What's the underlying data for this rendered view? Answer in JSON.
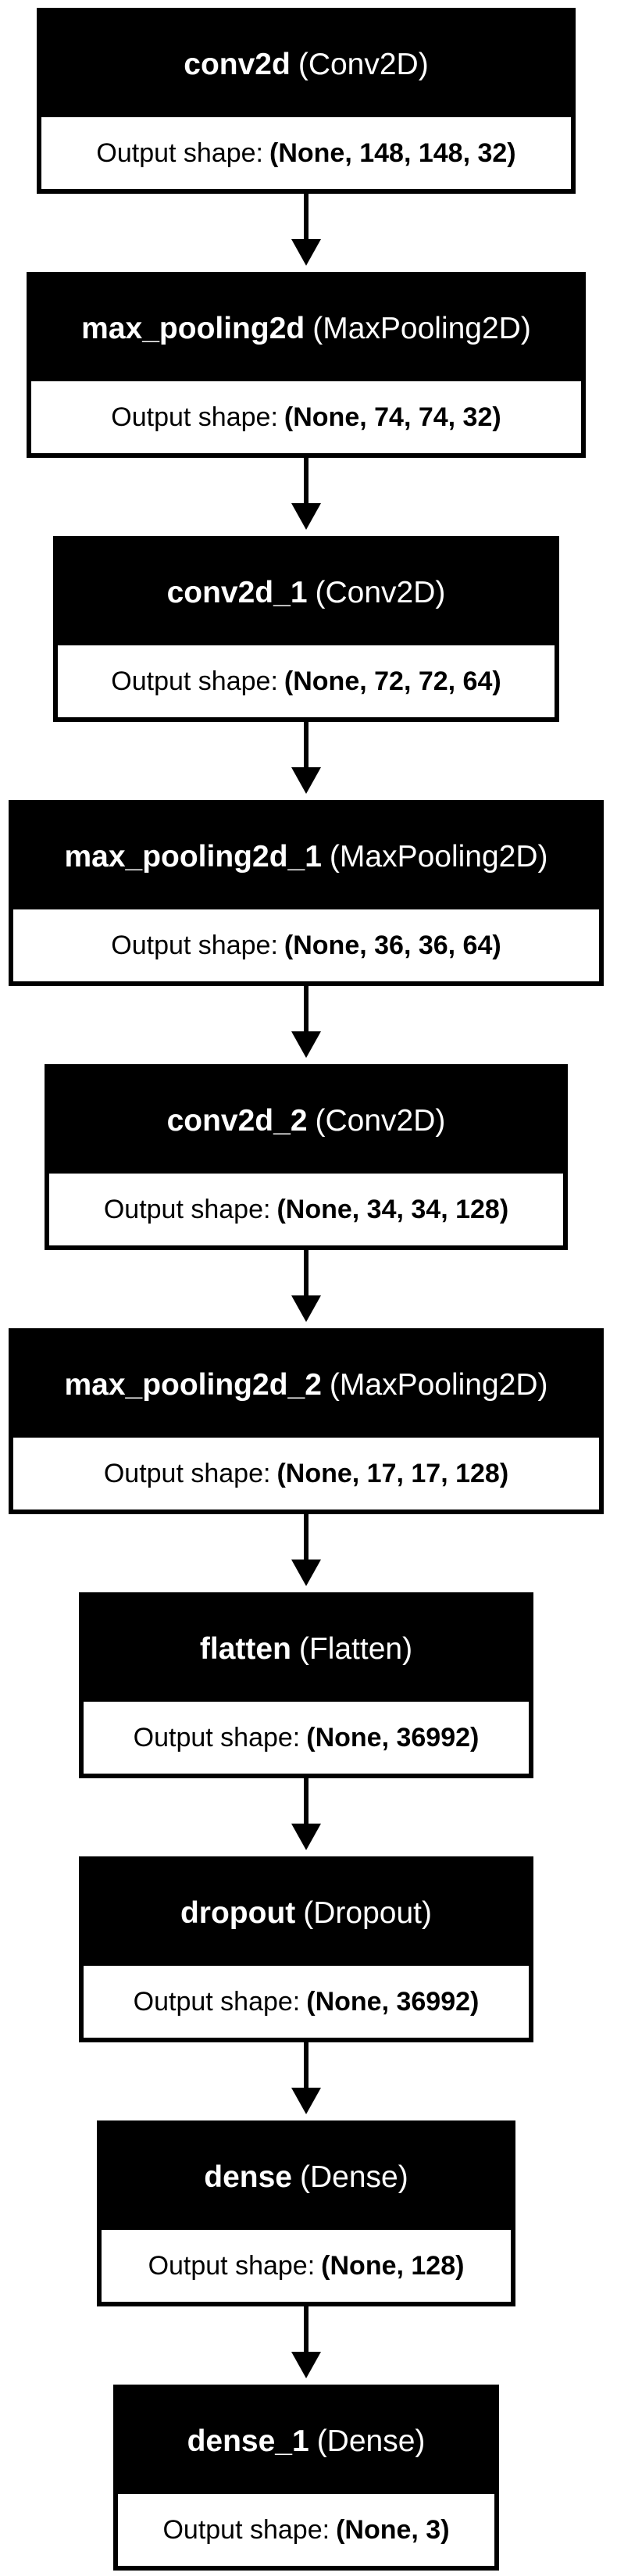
{
  "nodes": [
    {
      "name": "conv2d",
      "type": "(Conv2D)",
      "shape_label": "Output shape:",
      "shape": "(None, 148, 148, 32)"
    },
    {
      "name": "max_pooling2d",
      "type": "(MaxPooling2D)",
      "shape_label": "Output shape:",
      "shape": "(None, 74, 74, 32)"
    },
    {
      "name": "conv2d_1",
      "type": "(Conv2D)",
      "shape_label": "Output shape:",
      "shape": "(None, 72, 72, 64)"
    },
    {
      "name": "max_pooling2d_1",
      "type": "(MaxPooling2D)",
      "shape_label": "Output shape:",
      "shape": "(None, 36, 36, 64)"
    },
    {
      "name": "conv2d_2",
      "type": "(Conv2D)",
      "shape_label": "Output shape:",
      "shape": "(None, 34, 34, 128)"
    },
    {
      "name": "max_pooling2d_2",
      "type": "(MaxPooling2D)",
      "shape_label": "Output shape:",
      "shape": "(None, 17, 17, 128)"
    },
    {
      "name": "flatten",
      "type": "(Flatten)",
      "shape_label": "Output shape:",
      "shape": "(None, 36992)"
    },
    {
      "name": "dropout",
      "type": "(Dropout)",
      "shape_label": "Output shape:",
      "shape": "(None, 36992)"
    },
    {
      "name": "dense",
      "type": "(Dense)",
      "shape_label": "Output shape:",
      "shape": "(None, 128)"
    },
    {
      "name": "dense_1",
      "type": "(Dense)",
      "shape_label": "Output shape:",
      "shape": "(None, 3)"
    }
  ],
  "colors": {
    "header_background": "#000000",
    "header_text": "#ffffff",
    "body_background": "#ffffff",
    "border": "#000000",
    "arrow": "#000000"
  }
}
